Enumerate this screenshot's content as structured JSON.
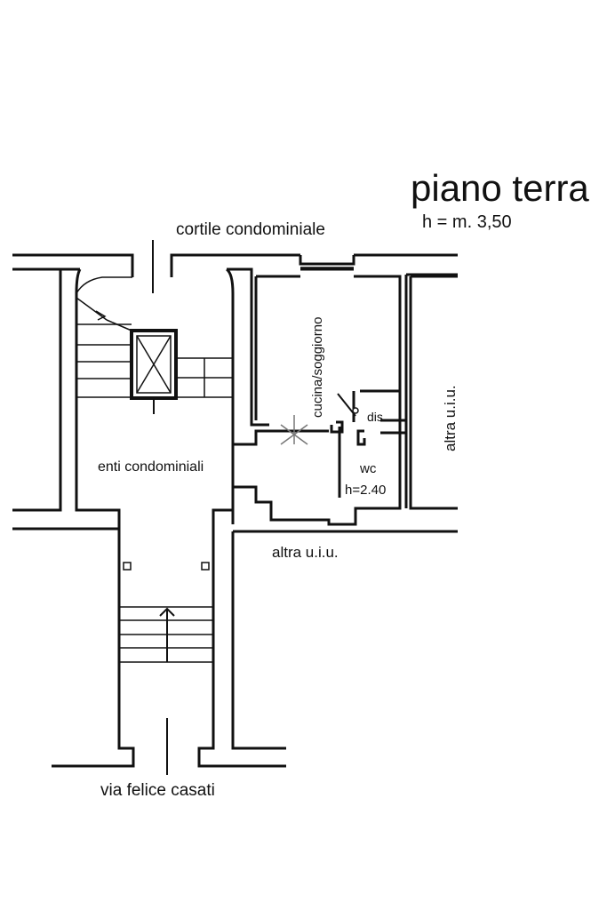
{
  "title": "piano terra",
  "subtitle": "h = m. 3,50",
  "labels": {
    "cortile": "cortile condominiale",
    "cucina": "cucina/soggiorno",
    "dis": "dis.",
    "altra_right": "altra u.i.u.",
    "enti": "enti condominiali",
    "wc": "wc",
    "wc_height": "h=2.40",
    "altra_bottom": "altra u.i.u.",
    "street": "via felice casati"
  }
}
